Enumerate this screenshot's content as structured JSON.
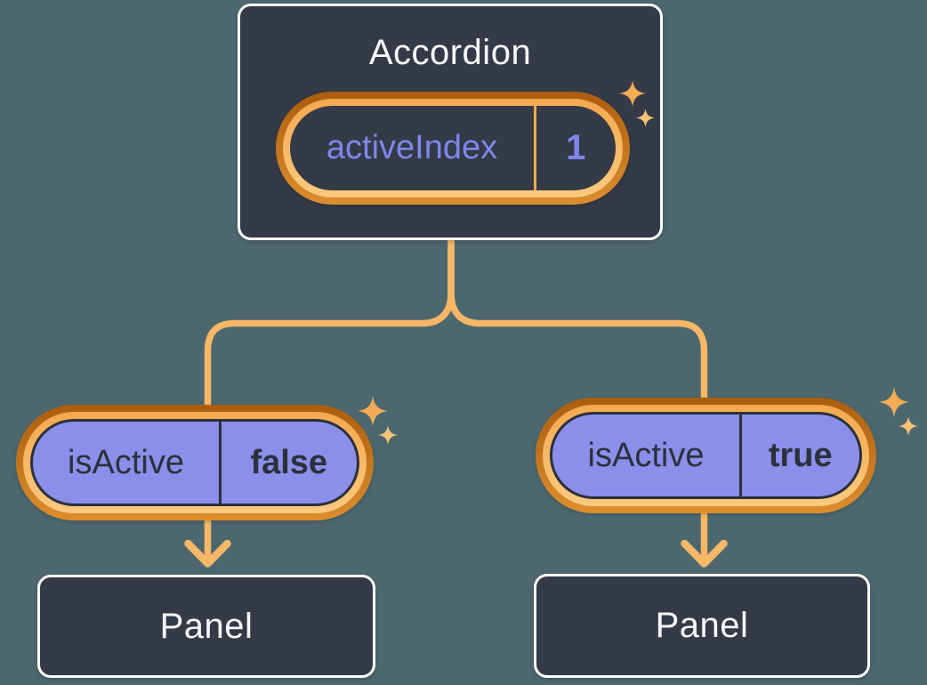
{
  "diagram": {
    "root": {
      "title": "Accordion",
      "state_pill": {
        "label": "activeIndex",
        "value": "1"
      }
    },
    "branches": [
      {
        "pill": {
          "label": "isActive",
          "value": "false"
        },
        "panel": {
          "title": "Panel"
        }
      },
      {
        "pill": {
          "label": "isActive",
          "value": "true"
        },
        "panel": {
          "title": "Panel"
        }
      }
    ]
  },
  "icons": [
    "sparkle-icon-root-big",
    "sparkle-icon-root-small",
    "sparkle-icon-left-big",
    "sparkle-icon-left-small",
    "sparkle-icon-right-big",
    "sparkle-icon-right-small"
  ],
  "colors": {
    "bg": "#4C686E",
    "card": "#343A46",
    "card-border": "#FFFFFF",
    "text-light": "#F7F9FB",
    "line": "#F6B766",
    "ring-outer-a": "#AC5D0D",
    "ring-outer-b": "#DC8E2E",
    "ring-inner-a": "#F3A94E",
    "ring-inner-b": "#FBC97F",
    "purple": "#8A8FEA",
    "periwinkle": "#7F87EC",
    "ink": "#2B303B",
    "sparkle-big": "#F3AC55",
    "sparkle-small": "#F6C379"
  }
}
